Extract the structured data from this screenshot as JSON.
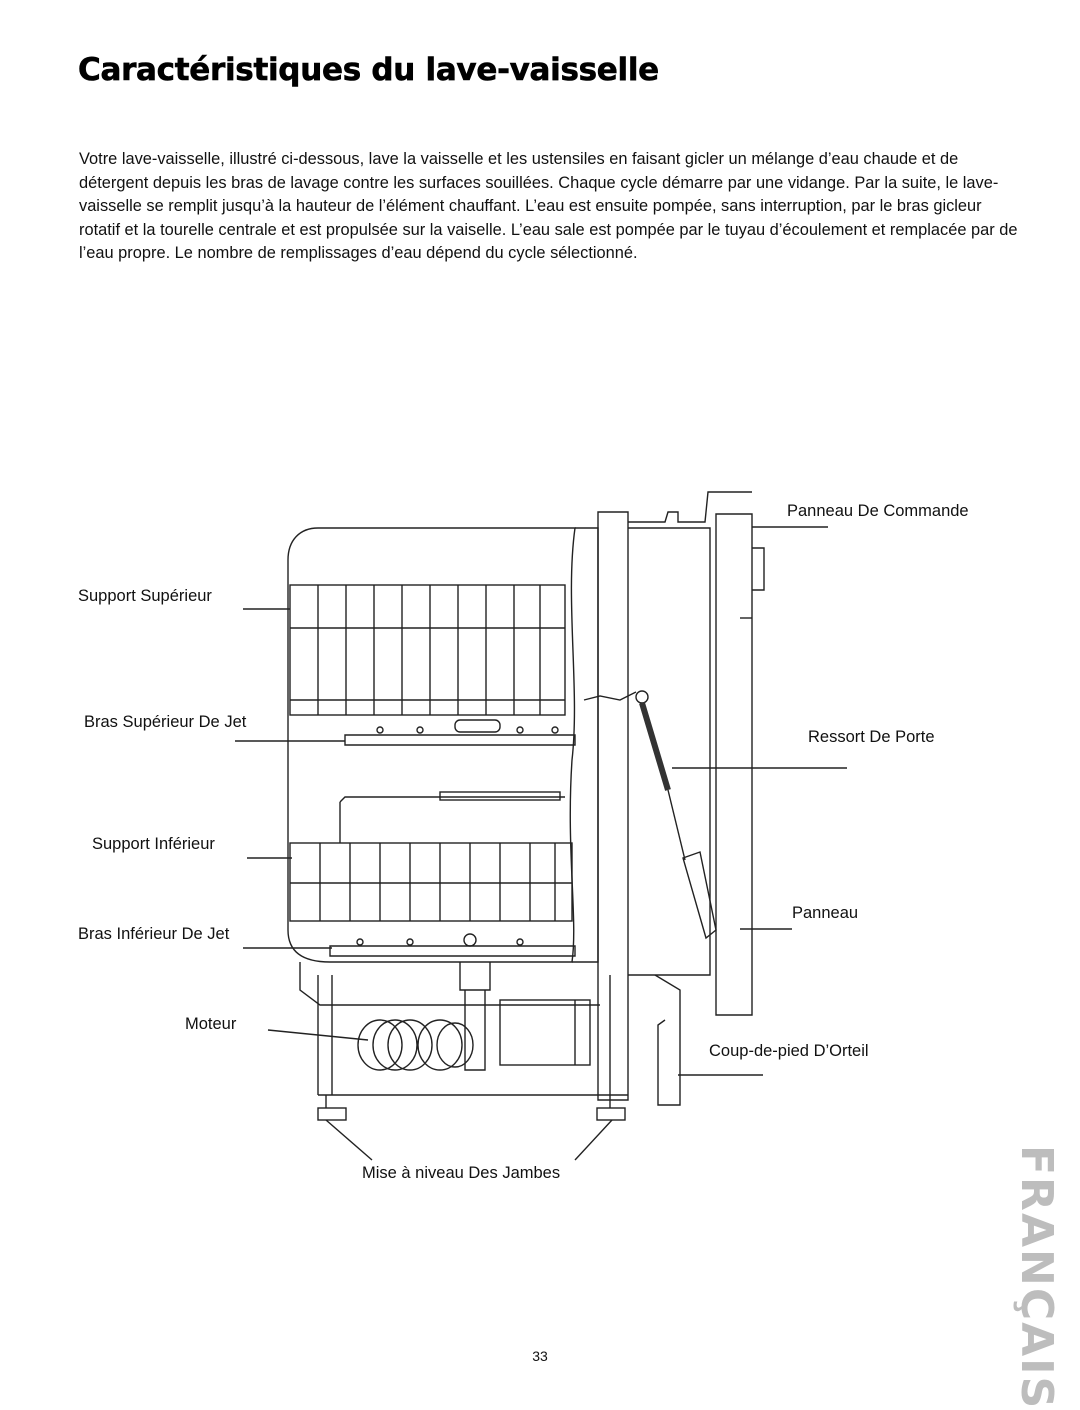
{
  "title": "Caractéristiques du lave-vaisselle",
  "intro": "Votre lave-vaisselle, illustré ci-dessous, lave la vaisselle et les ustensiles en faisant gicler un mélange d’eau chaude et de détergent depuis les bras de lavage contre les surfaces souillées. Chaque cycle démarre par une vidange. Par la suite, le lave-vaisselle se remplit jusqu’à la hauteur de l’élément chauffant. L’eau est ensuite pompée, sans interruption, par le bras gicleur rotatif et la tourelle centrale et est propulsée sur la vaiselle. L’eau sale est pompée par le tuyau d’écoulement et remplacée par de l’eau propre. Le nombre de remplissages d’eau dépend du cycle sélectionné.",
  "diagram": {
    "labels": {
      "upper_rack": "Support Supérieur",
      "upper_spray_arm": "Bras Supérieur De Jet",
      "lower_rack": "Support Inférieur",
      "lower_spray_arm": "Bras Inférieur De Jet",
      "motor": "Moteur",
      "leveling_legs": "Mise à niveau Des Jambes",
      "control_panel": "Panneau De Commande",
      "door_spring": "Ressort De Porte",
      "panel": "Panneau",
      "toe_kick": "Coup-de-pied D’Orteil"
    }
  },
  "side_tab": "FRANÇAIS",
  "page_number": "33"
}
